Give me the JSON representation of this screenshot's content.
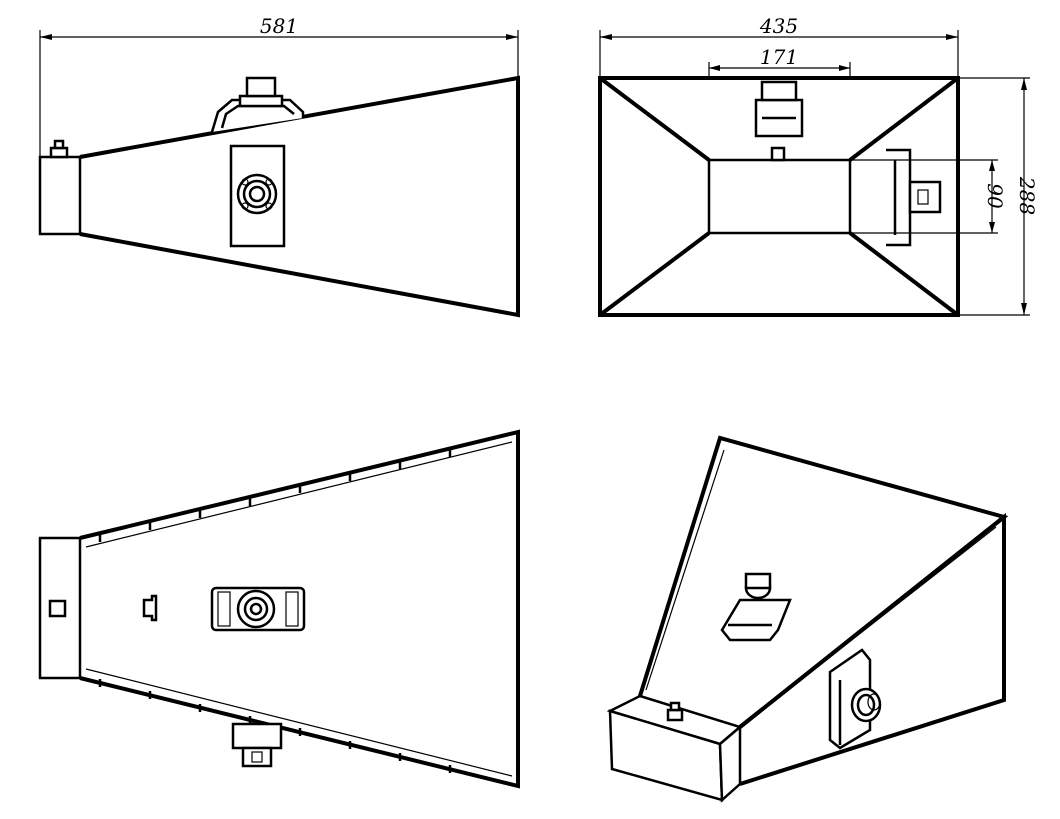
{
  "drawing": {
    "views": [
      {
        "id": "side-view"
      },
      {
        "id": "front-view"
      },
      {
        "id": "top-view"
      },
      {
        "id": "isometric-view"
      }
    ],
    "dimensions": {
      "overall_length": "581",
      "aperture_width": "435",
      "waveguide_width": "171",
      "waveguide_height": "90",
      "aperture_height": "288"
    }
  }
}
